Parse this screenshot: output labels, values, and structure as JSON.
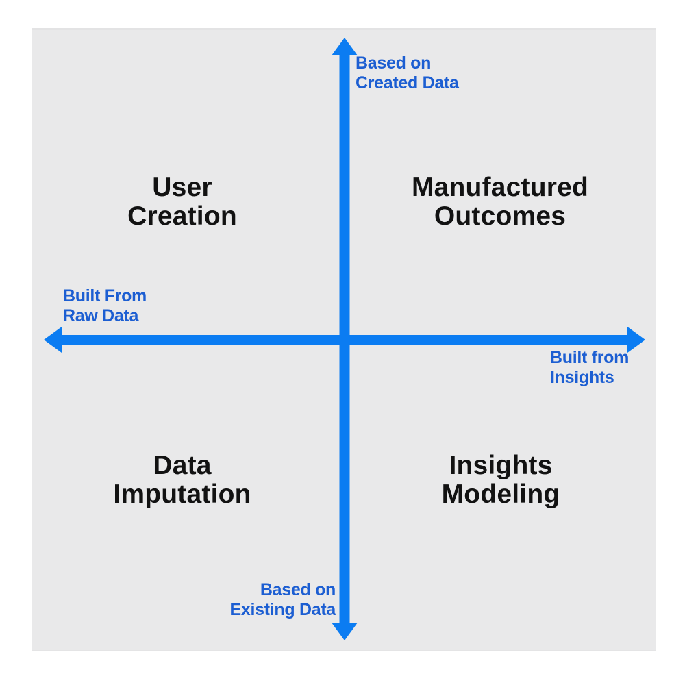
{
  "colors": {
    "background": "#ffffff",
    "panel": "#e9e9ea",
    "axis": "#0b7cf2",
    "axis_label": "#1c5ed2",
    "quadrant_label": "#121212"
  },
  "axes": {
    "top": "Based on\nCreated Data",
    "left": "Built From\nRaw Data",
    "right": "Built from\nInsights",
    "bottom": "Based on\nExisting Data"
  },
  "quadrants": {
    "top_left": "User\nCreation",
    "top_right": "Manufactured\nOutcomes",
    "bottom_left": "Data\nImputation",
    "bottom_right": "Insights\nModeling"
  }
}
